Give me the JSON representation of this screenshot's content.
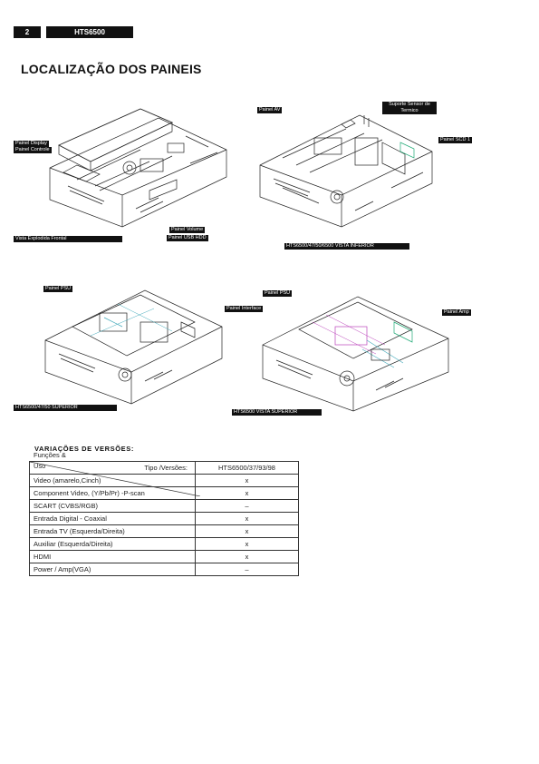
{
  "header": {
    "page_number": "2",
    "model": "HTS6500"
  },
  "title": "LOCALIZAÇÃO DOS PAINEIS",
  "figures": {
    "fig1": {
      "labels": {
        "display": "Painel Display",
        "display2": "Painel Controle",
        "volume": "Painel Volume",
        "usb": "Painel USB HDD",
        "caption": "Vista Explodida Frontal"
      }
    },
    "fig2": {
      "labels": {
        "av": "Painel AV",
        "support": "Suporte Sensor de Termico",
        "scd": "Painel SCD 1",
        "caption": "HTS6500/47/50/6500 VISTA INFERIOR"
      }
    },
    "fig3": {
      "labels": {
        "psu": "Painel PSU",
        "interface": "Painel Interface",
        "caption": "HTS6500/47/50  SUPERIOR"
      }
    },
    "fig4": {
      "labels": {
        "psu": "Painel PSU",
        "amp": "Painel Amp",
        "caption": "HTS6500 VISTA SUPERIOR"
      }
    }
  },
  "variations": {
    "heading": "VARIAÇÕES DE VERSÕES:",
    "header_top": "Tipo /Versões:",
    "header_bottom_1": "Funções &",
    "header_bottom_2": "Uso",
    "version_col": "HTS6500/37/93/98",
    "rows": [
      {
        "feature": "Video (amarelo,Cinch)",
        "value": "x"
      },
      {
        "feature": "Component Video, (Y/Pb/Pr) -P-scan",
        "value": "x"
      },
      {
        "feature": "SCART (CVBS/RGB)",
        "value": "–"
      },
      {
        "feature": "Entrada Digital  - Coaxial",
        "value": "x"
      },
      {
        "feature": "Entrada TV (Esquerda/Direita)",
        "value": "x"
      },
      {
        "feature": "Auxiliar  (Esquerda/Direita)",
        "value": "x"
      },
      {
        "feature": "HDMI",
        "value": "x"
      },
      {
        "feature": "Power / Amp(VGA)",
        "value": "–"
      }
    ]
  }
}
